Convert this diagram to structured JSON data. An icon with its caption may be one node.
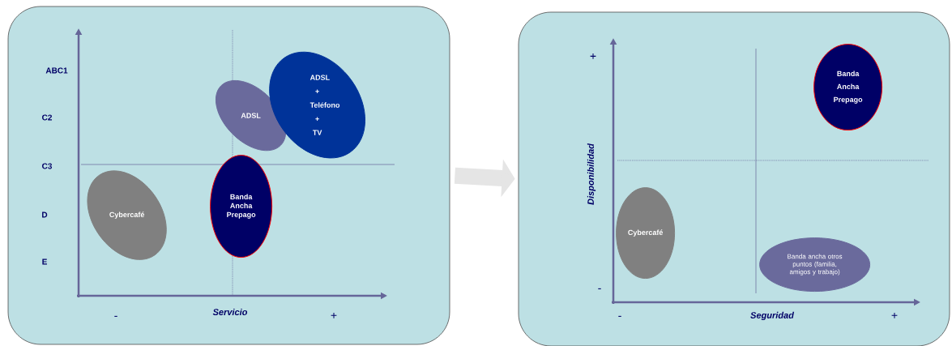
{
  "diagram": {
    "nodes": [
      {
        "text": [],
        "shape": "box"
      },
      {
        "text": [
          "ADSL"
        ],
        "in": 0
      },
      {
        "text": [
          "ADSL + Teléfono + TV"
        ],
        "in": 0
      },
      {
        "text": [
          "Banda Ancha Prepago"
        ],
        "in": 0
      },
      {
        "text": [
          "Cybercafé"
        ],
        "in": 0
      },
      {
        "text": [],
        "shape": "box"
      },
      {
        "text": [
          "Banda Ancha Prepago"
        ],
        "in": 5
      },
      {
        "text": [
          "Cybercafé"
        ],
        "in": 5
      },
      {
        "text": [
          "Banda ancha otros puntos (familia, amigos y trabajo)"
        ],
        "in": 5
      }
    ],
    "edges": [
      {
        "from": 0,
        "to": 5,
        "arrow": "to"
      }
    ],
    "labels": [
      "ABC1",
      "C2",
      "C3",
      "D",
      "E",
      "-",
      "Servicio",
      "+",
      "+",
      "Disponibilidad",
      "-",
      "-",
      "Seguridad",
      "+"
    ]
  }
}
